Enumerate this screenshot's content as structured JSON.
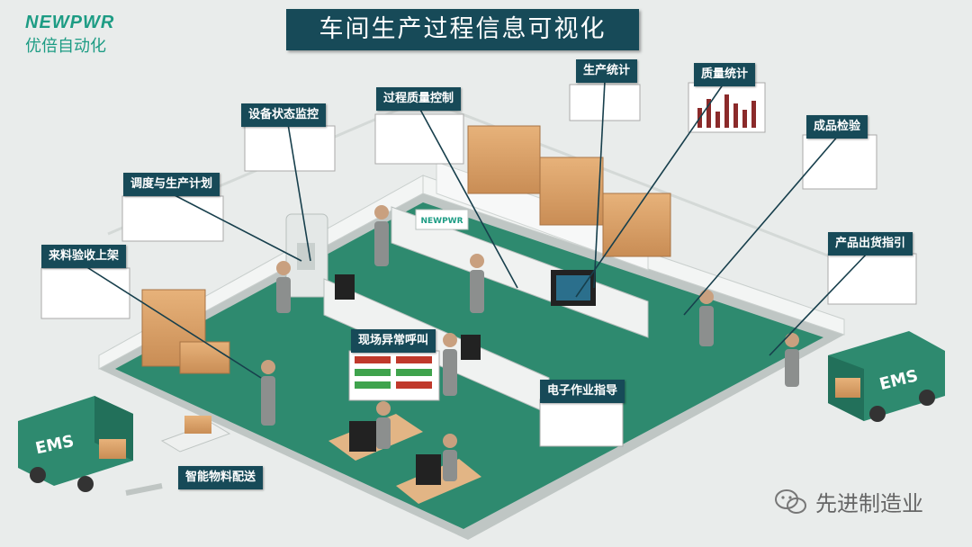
{
  "brand": {
    "logo": "NEWPWR",
    "name": "优倍自动化"
  },
  "title": "车间生产过程信息可视化",
  "labels": {
    "equipment_monitor": "设备状态监控",
    "process_quality": "过程质量控制",
    "production_stats": "生产统计",
    "quality_stats": "质量统计",
    "final_inspection": "成品检验",
    "scheduling": "调度与生产计划",
    "receiving": "来料验收上架",
    "shipping": "产品出货指引",
    "andon": "现场异常呼叫",
    "work_instruction": "电子作业指导",
    "delivery": "智能物料配送"
  },
  "trucks": {
    "left": "EMS",
    "right": "EMS"
  },
  "machine_brand": "NEWPWR",
  "watermark": "先进制造业",
  "colors": {
    "accent": "#174a58",
    "floor": "#2e8a6f",
    "brand": "#1d9c84"
  }
}
